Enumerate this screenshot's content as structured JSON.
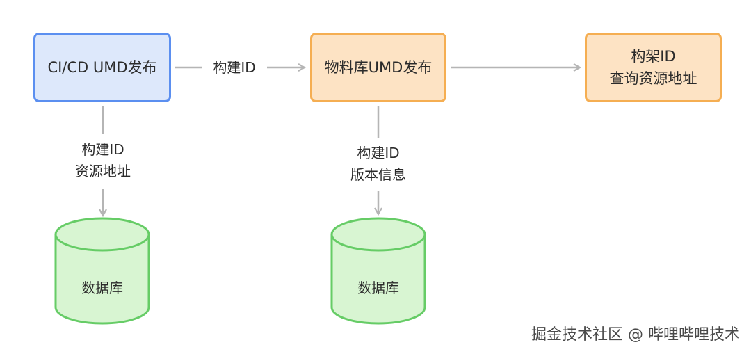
{
  "nodes": {
    "cicd": "CI/CD UMD发布",
    "material": "物料库UMD发布",
    "arch_line1": "构架ID",
    "arch_line2": "查询资源地址"
  },
  "edges": {
    "cicd_to_material": "构建ID",
    "cicd_down_line1": "构建ID",
    "cicd_down_line2": "资源地址",
    "material_down_line1": "构建ID",
    "material_down_line2": "版本信息"
  },
  "databases": {
    "db1": "数据库",
    "db2": "数据库"
  },
  "colors": {
    "blue_fill": "#dde8fb",
    "blue_border": "#5b8ff0",
    "orange_fill": "#fde3c4",
    "orange_border": "#f5ae52",
    "green_fill": "#d8f5d2",
    "green_border": "#66cc66",
    "edge": "#b5b5b5"
  },
  "watermark": "掘金技术社区 @ 哔哩哔哩技术"
}
